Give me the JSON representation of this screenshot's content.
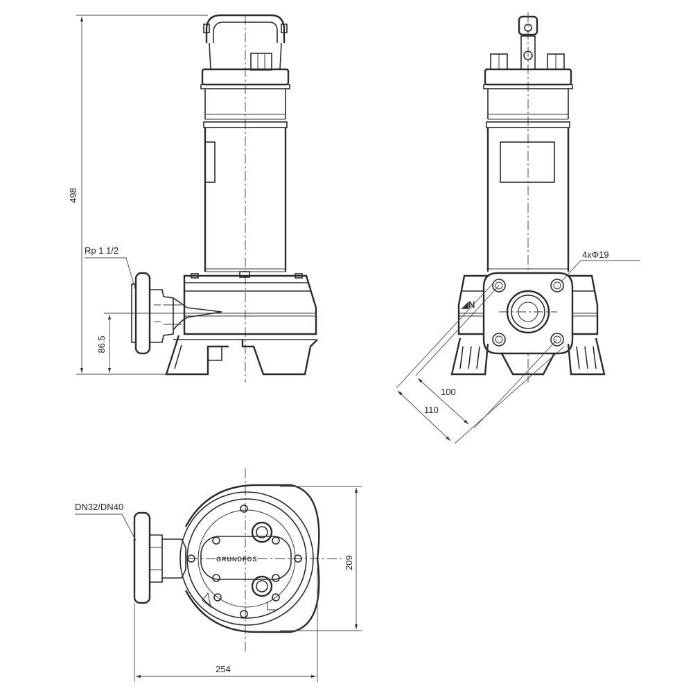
{
  "views": {
    "side": {
      "height_label": "498",
      "outlet_height_label": "86.5",
      "thread_label": "Rp 1 1/2"
    },
    "front": {
      "holes_label": "4xΦ19",
      "flange_inner_label": "100",
      "flange_outer_label": "110"
    },
    "top": {
      "flange_label": "DN32/DN40",
      "depth_label": "209",
      "width_label": "254",
      "brand_text": "GRUNDFOS"
    }
  }
}
